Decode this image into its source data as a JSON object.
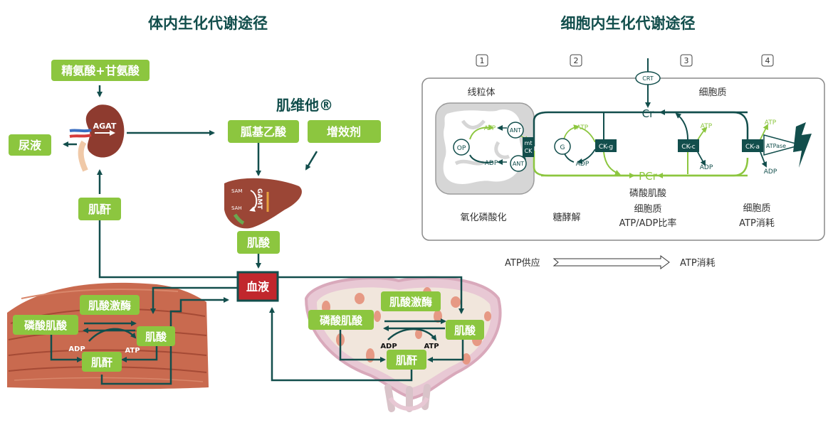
{
  "left_title": "体内生化代谢途径",
  "right_title": "细胞内生化代谢途径",
  "left": {
    "input_amino": "精氨酸+甘氨酸",
    "kidney_enzyme": "AGAT",
    "urine": "尿液",
    "product_name": "肌维他®",
    "gaa": "胍基乙酸",
    "booster": "增效剂",
    "liver_sam": "SAM",
    "liver_sah": "SAH",
    "liver_enzyme": "GAMT",
    "creatine_out": "肌酸",
    "creatinine_left": "肌酐",
    "blood": "血液",
    "muscle": {
      "kinase": "肌酸激酶",
      "pcr": "磷酸肌酸",
      "creatine": "肌酸",
      "creatinine": "肌酐",
      "adp": "ADP",
      "atp": "ATP"
    },
    "brain": {
      "kinase": "肌酸激酶",
      "pcr": "磷酸肌酸",
      "creatine": "肌酸",
      "creatinine": "肌酐",
      "adp": "ADP",
      "atp": "ATP"
    }
  },
  "right": {
    "steps": [
      "1",
      "2",
      "3",
      "4"
    ],
    "crt": "CRT",
    "cr": "Cr",
    "pcr": "PCr",
    "mito_label": "线粒体",
    "cytoplasm_label": "细胞质",
    "op": "OP",
    "ant_top": "ANT",
    "ant_bottom": "ANT",
    "mtck": "mt\nCK",
    "atp_mito": "ATP",
    "adp_mito": "ADP",
    "g": "G",
    "ckg": "CK-g",
    "ckc": "CK-c",
    "cka": "CK-a",
    "atpase": "ATPase",
    "atp_g": "ATP",
    "adp_g": "ADP",
    "atp_c": "ATP",
    "adp_c": "ADP",
    "atp_a": "ATP",
    "adp_a": "ADP",
    "caption_1": "氧化磷酸化",
    "caption_2": "糖酵解",
    "caption_3a": "磷酸肌酸",
    "caption_3b": "细胞质",
    "caption_3c": "ATP/ADP比率",
    "caption_4a": "细胞质",
    "caption_4b": "ATP消耗",
    "supply": "ATP供应",
    "consume": "ATP消耗"
  },
  "colors": {
    "green": "#8cc63f",
    "dark_teal": "#124e4c",
    "blood_red": "#c1272d",
    "muscle": "#c96a4f",
    "kidney": "#8e3b2f",
    "liver": "#9b4636"
  }
}
